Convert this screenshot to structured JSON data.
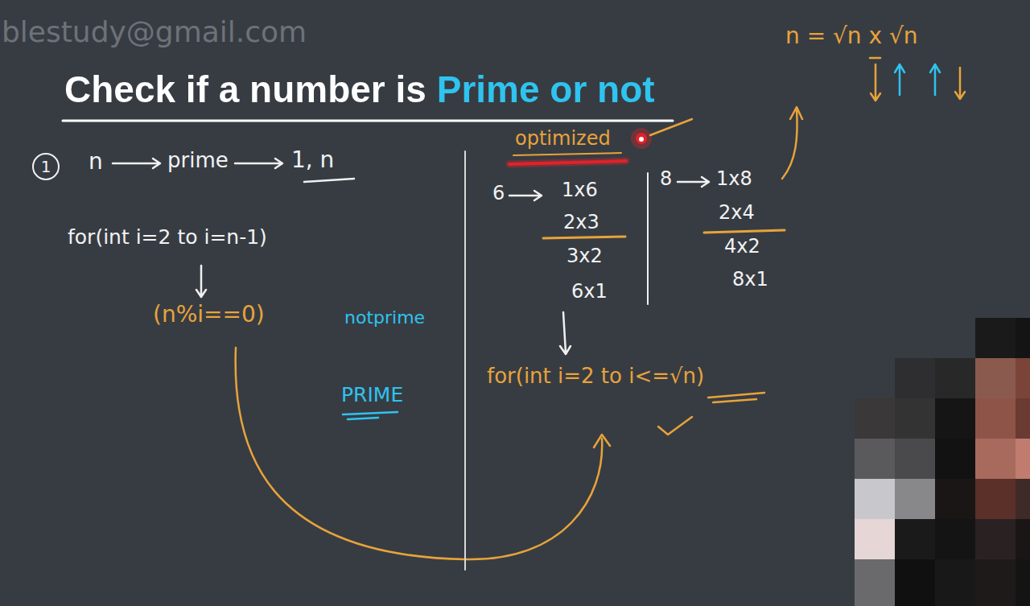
{
  "diagram": {
    "title": "Check if a number is Prime or not",
    "nodes": [
      {
        "text": [
          "1"
        ]
      }
    ],
    "labels": [
      "blestudy@gmail.com",
      "n",
      "prime",
      "1, n",
      "for(int i=2 to i=n-1)",
      "(n%i==0)",
      "notprime",
      "PRIME",
      "optimized",
      "6",
      "1x6",
      "2x3",
      "3x2",
      "6x1",
      "8",
      "1x8",
      "2x4",
      "4x2",
      "8x1",
      "n = √n x √n",
      "for(int i=2 to i<=√n)"
    ]
  }
}
